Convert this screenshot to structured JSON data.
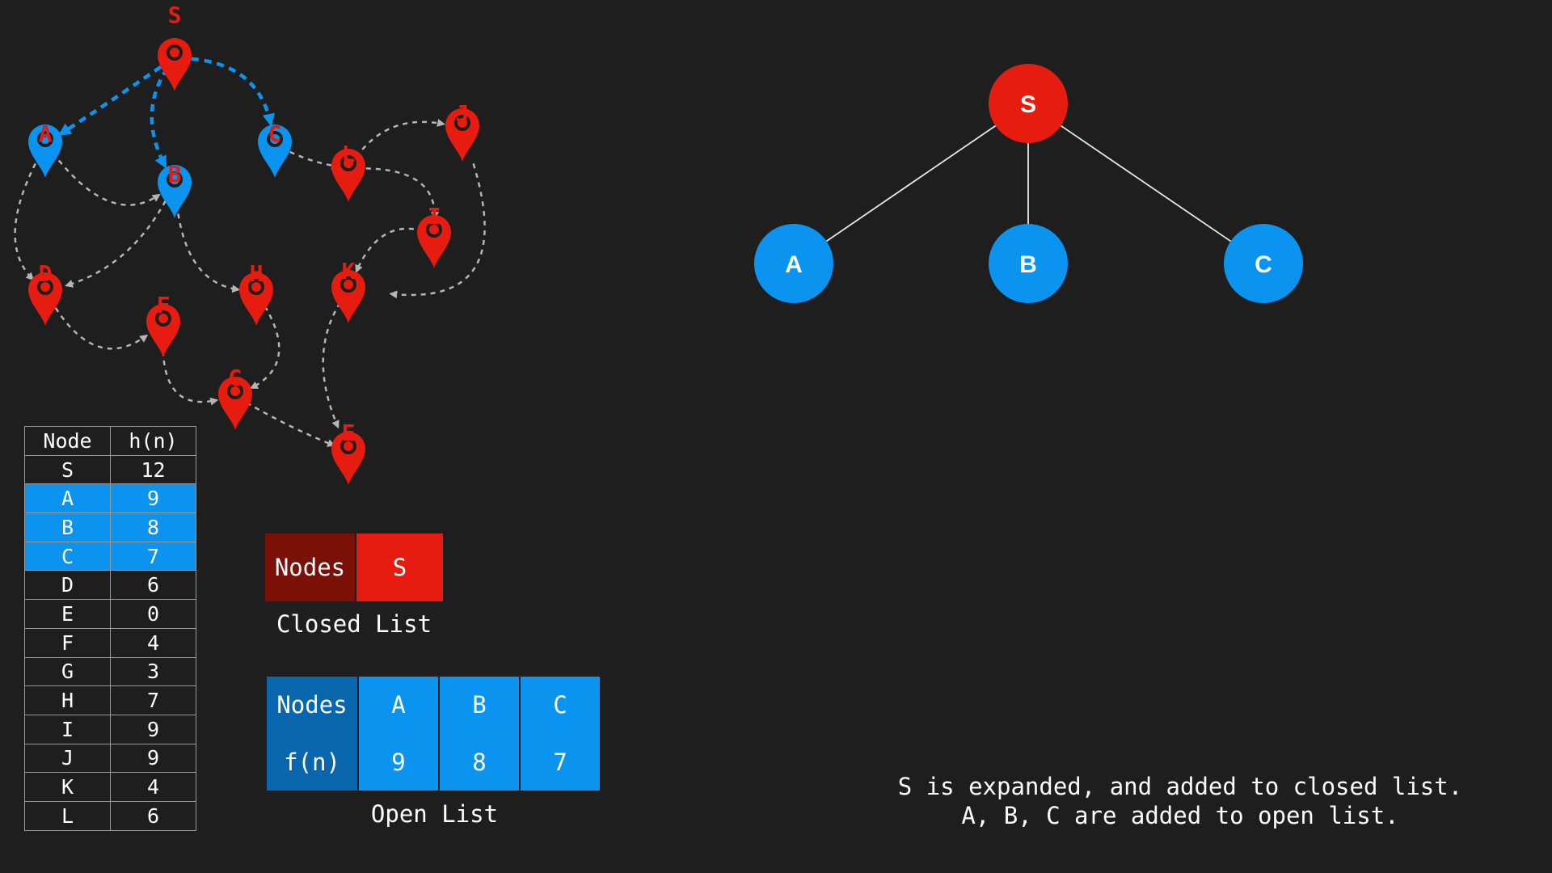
{
  "graph": {
    "nodes": [
      {
        "id": "S",
        "state": "closed"
      },
      {
        "id": "A",
        "state": "open"
      },
      {
        "id": "B",
        "state": "open"
      },
      {
        "id": "C",
        "state": "open"
      },
      {
        "id": "D",
        "state": "unvisited"
      },
      {
        "id": "E",
        "state": "unvisited"
      },
      {
        "id": "F",
        "state": "unvisited"
      },
      {
        "id": "G",
        "state": "unvisited"
      },
      {
        "id": "H",
        "state": "unvisited"
      },
      {
        "id": "I",
        "state": "unvisited"
      },
      {
        "id": "J",
        "state": "unvisited"
      },
      {
        "id": "K",
        "state": "unvisited"
      },
      {
        "id": "L",
        "state": "unvisited"
      }
    ],
    "edges": [
      {
        "from": "S",
        "to": "A",
        "highlight": true
      },
      {
        "from": "S",
        "to": "B",
        "highlight": true
      },
      {
        "from": "S",
        "to": "C",
        "highlight": true
      },
      {
        "from": "A",
        "to": "B",
        "highlight": false
      },
      {
        "from": "A",
        "to": "D",
        "highlight": false
      },
      {
        "from": "B",
        "to": "D",
        "highlight": false
      },
      {
        "from": "B",
        "to": "H",
        "highlight": false
      },
      {
        "from": "C",
        "to": "L",
        "highlight": false
      },
      {
        "from": "L",
        "to": "J",
        "highlight": false
      },
      {
        "from": "L",
        "to": "I",
        "highlight": false
      },
      {
        "from": "J",
        "to": "K",
        "highlight": false
      },
      {
        "from": "I",
        "to": "K",
        "highlight": false
      },
      {
        "from": "D",
        "to": "F",
        "highlight": false
      },
      {
        "from": "F",
        "to": "G",
        "highlight": false
      },
      {
        "from": "H",
        "to": "G",
        "highlight": false
      },
      {
        "from": "G",
        "to": "E",
        "highlight": false
      },
      {
        "from": "K",
        "to": "E",
        "highlight": false
      }
    ]
  },
  "heuristic_table": {
    "headers": [
      "Node",
      "h(n)"
    ],
    "rows": [
      {
        "node": "S",
        "h": "12",
        "in_open": false
      },
      {
        "node": "A",
        "h": "9",
        "in_open": true
      },
      {
        "node": "B",
        "h": "8",
        "in_open": true
      },
      {
        "node": "C",
        "h": "7",
        "in_open": true
      },
      {
        "node": "D",
        "h": "6",
        "in_open": false
      },
      {
        "node": "E",
        "h": "0",
        "in_open": false
      },
      {
        "node": "F",
        "h": "4",
        "in_open": false
      },
      {
        "node": "G",
        "h": "3",
        "in_open": false
      },
      {
        "node": "H",
        "h": "7",
        "in_open": false
      },
      {
        "node": "I",
        "h": "9",
        "in_open": false
      },
      {
        "node": "J",
        "h": "9",
        "in_open": false
      },
      {
        "node": "K",
        "h": "4",
        "in_open": false
      },
      {
        "node": "L",
        "h": "6",
        "in_open": false
      }
    ]
  },
  "closed_list": {
    "header": "Nodes",
    "nodes": [
      "S"
    ],
    "caption": "Closed List"
  },
  "open_list": {
    "header_nodes": "Nodes",
    "header_fn": "f(n)",
    "entries": [
      {
        "node": "A",
        "f": "9"
      },
      {
        "node": "B",
        "f": "8"
      },
      {
        "node": "C",
        "f": "7"
      }
    ],
    "caption": "Open List"
  },
  "search_tree": {
    "root": "S",
    "children": [
      "A",
      "B",
      "C"
    ]
  },
  "status": {
    "line1": "S is expanded, and added to closed list.",
    "line2": "A, B, C are added to open list."
  },
  "colors": {
    "background": "#1e1e1e",
    "closed": "#e61c10",
    "closed_dark": "#7a1008",
    "open": "#0a94f0",
    "open_dark": "#0a66ac",
    "unvisited": "#e61c10",
    "edge": "#b5b5b5",
    "highlight_edge": "#0a94f0"
  },
  "icons": {
    "node_marker": "map-pin-icon"
  }
}
